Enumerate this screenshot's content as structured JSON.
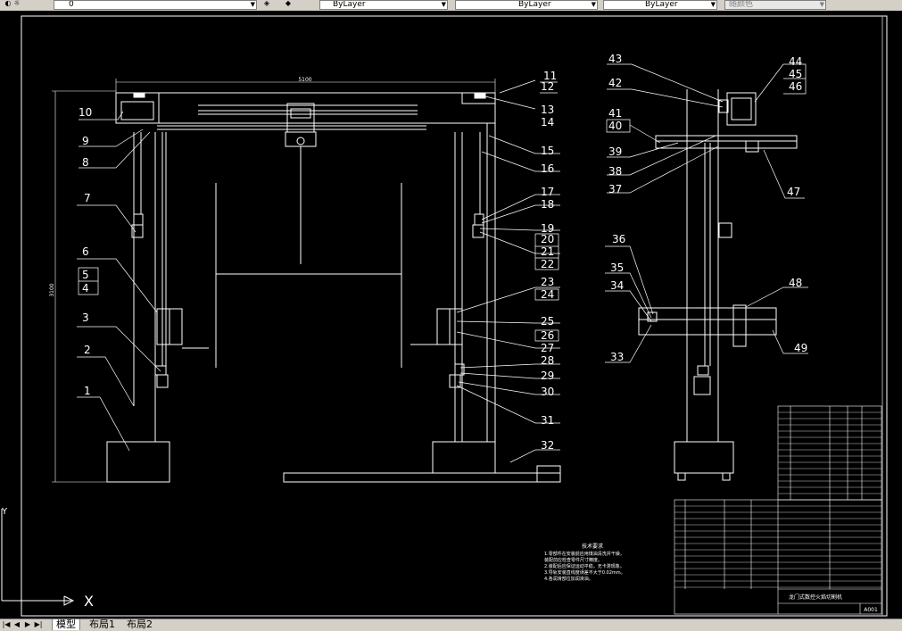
{
  "toolbar": {
    "layer_value": "0",
    "color_value": "ByLayer",
    "linetype_value": "ByLayer",
    "lineweight_value": "ByLayer",
    "plotstyle_value": "随颜色",
    "icons": [
      "layer-state-icon",
      "layer-prev-icon",
      "layer-icon",
      "color-icon"
    ]
  },
  "drawing": {
    "dim_width": "5100",
    "dim_height": "3100",
    "part_numbers": [
      "1",
      "2",
      "3",
      "4",
      "5",
      "6",
      "7",
      "8",
      "9",
      "10",
      "11",
      "12",
      "13",
      "14",
      "15",
      "16",
      "17",
      "18",
      "19",
      "20",
      "21",
      "22",
      "23",
      "24",
      "25",
      "26",
      "27",
      "28",
      "29",
      "30",
      "31",
      "32",
      "33",
      "34",
      "35",
      "36",
      "37",
      "38",
      "39",
      "40",
      "41",
      "42",
      "43",
      "44",
      "45",
      "46",
      "47",
      "48",
      "49"
    ],
    "tech_req_title": "技术要求",
    "tech_req_lines": [
      "1.零部件在安装前应用煤油清洗并干燥，",
      "装配前应检查零件尺寸精度。",
      "2.装配后应保证运动平稳，无卡滞现象。",
      "3.导轨安装直线度误差不大于0.02mm。",
      "4.各润滑部位加润滑油。"
    ],
    "title_block_name": "龙门式数控火焰切割机",
    "drawing_no": "A001"
  },
  "ucs": {
    "x_label": "X",
    "y_label": "Y"
  },
  "statusbar": {
    "tabs": [
      "模型",
      "布局1",
      "布局2"
    ],
    "active_tab": "模型"
  }
}
